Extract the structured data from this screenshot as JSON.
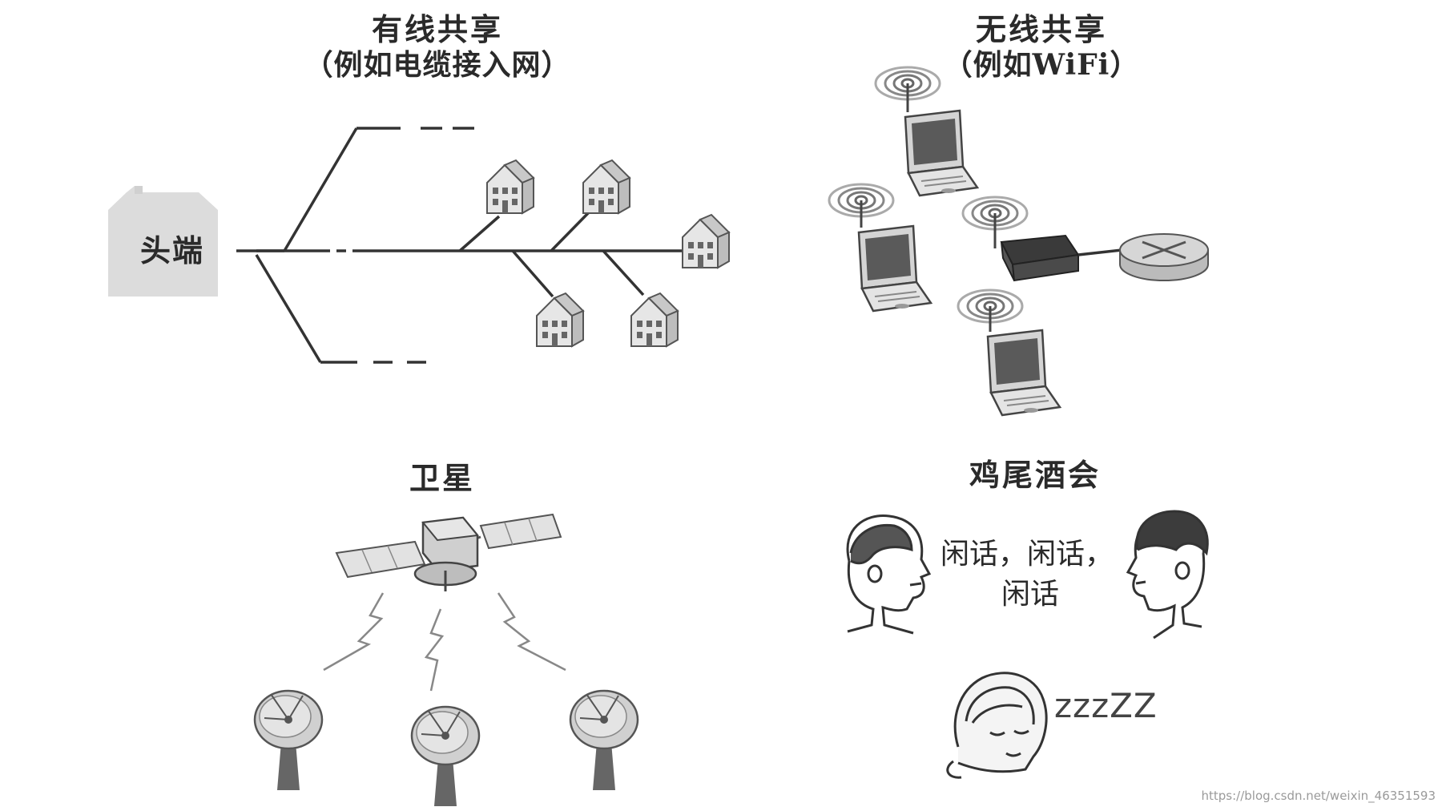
{
  "panels": {
    "wired": {
      "title": "有线共享",
      "subtitle": "（例如电缆接入网）",
      "headend": "头端"
    },
    "wireless": {
      "title": "无线共享",
      "subtitle": "（例如WiFi）"
    },
    "satellite": {
      "title": "卫星"
    },
    "cocktail": {
      "title": "鸡尾酒会",
      "speech_line1": "闲话，闲话，",
      "speech_line2": "闲话",
      "snore": "zzzZZ"
    }
  },
  "watermark": "https://blog.csdn.net/weixin_46351593",
  "icons": [
    "house-icon",
    "laptop-icon",
    "wifi-waves-icon",
    "modem-icon",
    "router-icon",
    "satellite-icon",
    "dish-antenna-icon",
    "lightning-icon",
    "person-icon",
    "sleeping-person-icon"
  ]
}
